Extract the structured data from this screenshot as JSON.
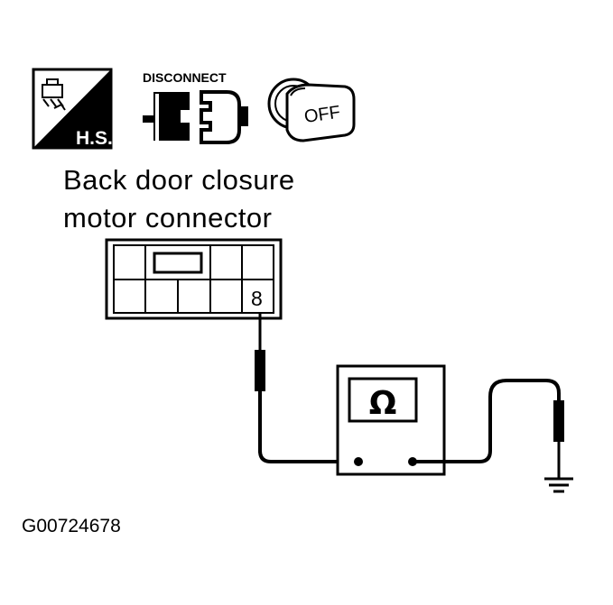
{
  "icons": {
    "harness_sign": {
      "name": "harness-sign-icon",
      "text": "H.S."
    },
    "disconnect": {
      "name": "disconnect-connector-icon",
      "text": "DISCONNECT"
    },
    "ignition": {
      "name": "ignition-key-off-icon",
      "text": "OFF"
    }
  },
  "connector": {
    "label_line1": "Back door closure",
    "label_line2": "motor connector",
    "terminal": "8"
  },
  "meter": {
    "symbol": "Ω"
  },
  "figure_code": "G00724678"
}
